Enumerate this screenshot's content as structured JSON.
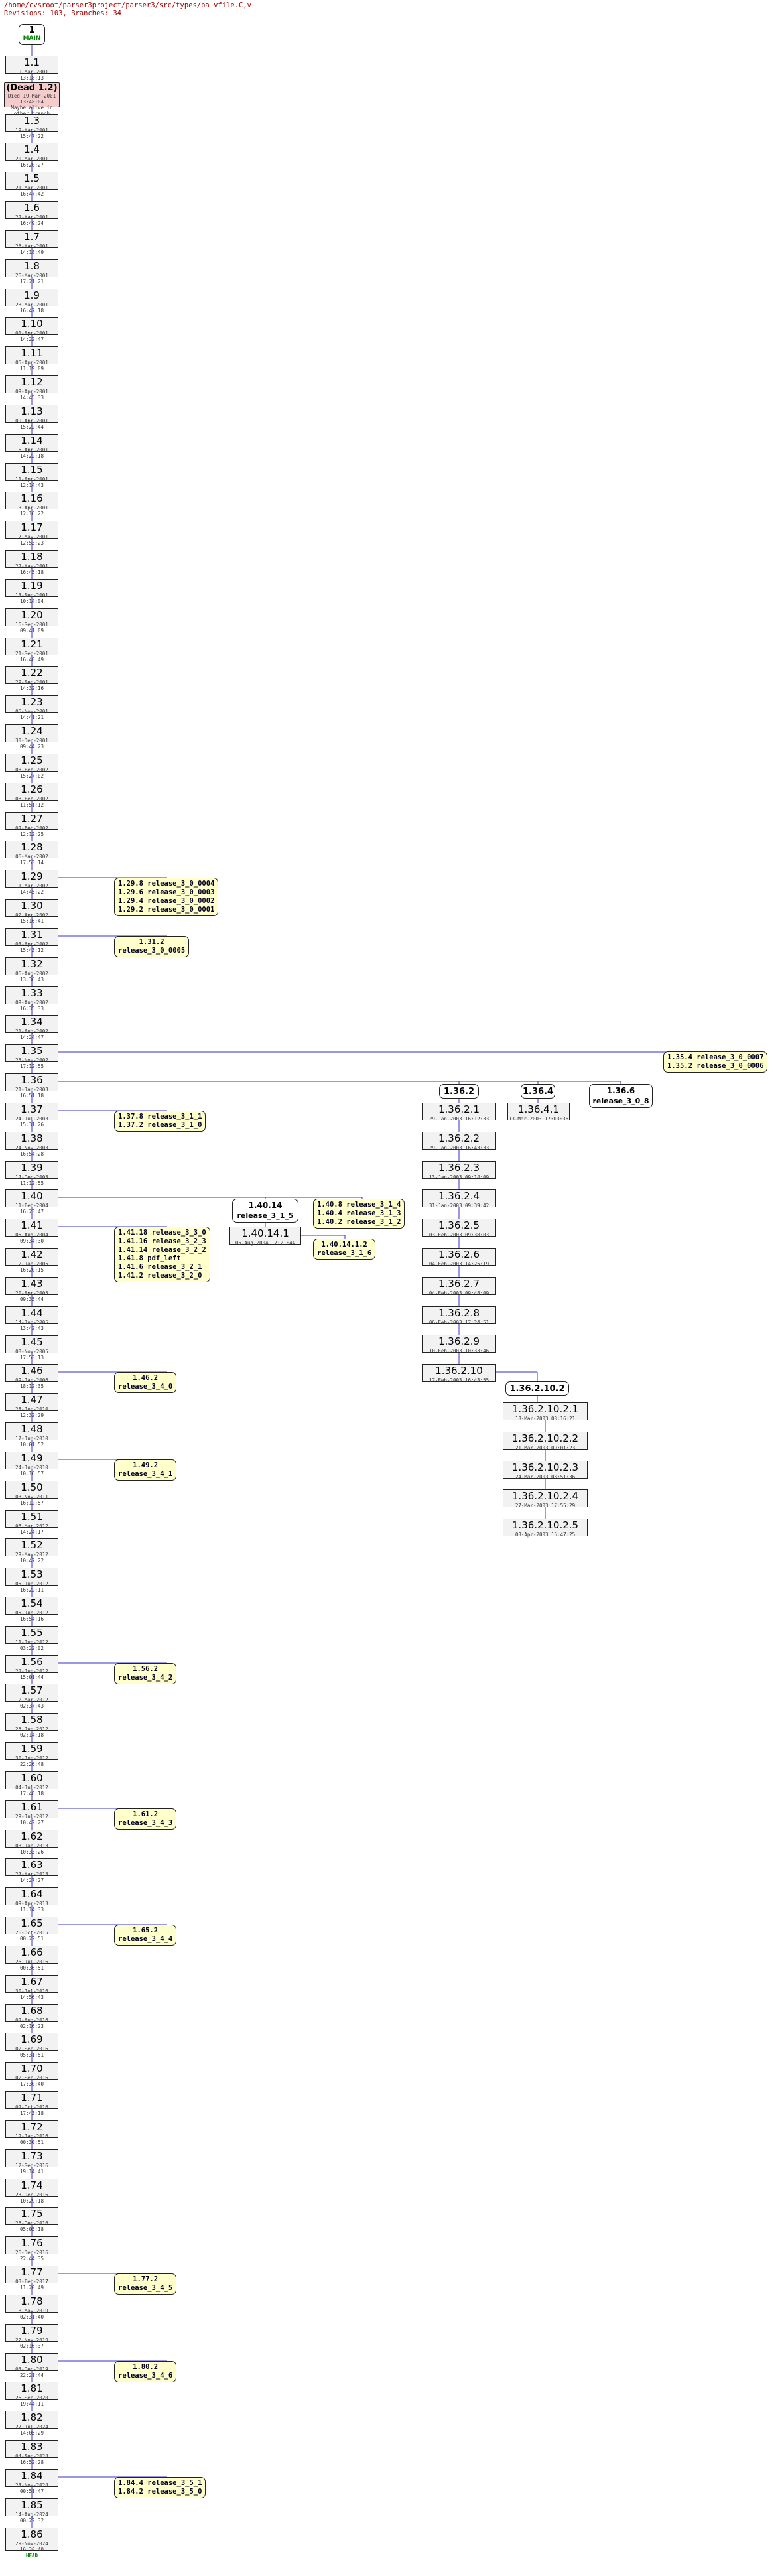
{
  "header": {
    "path": "/home/cvsroot/parser3project/parser3/src/types/pa_vfile.C,v",
    "stats": "Revisions: 103, Branches: 34"
  },
  "root": {
    "label": "1",
    "sub": "MAIN"
  },
  "trunk": [
    {
      "rev": "1.1",
      "date": "19-Mar-2001 13:18:13"
    },
    {
      "rev": "(Dead 1.2)",
      "date": "Died 19-Mar-2001 13:48:04",
      "note": "Maybe alive in other branch",
      "dead": true
    },
    {
      "rev": "1.3",
      "date": "19-Mar-2001 15:47:22"
    },
    {
      "rev": "1.4",
      "date": "20-Mar-2001 16:20:27"
    },
    {
      "rev": "1.5",
      "date": "21-Mar-2001 16:47:42"
    },
    {
      "rev": "1.6",
      "date": "22-Mar-2001 16:49:24"
    },
    {
      "rev": "1.7",
      "date": "26-Mar-2001 14:18:49"
    },
    {
      "rev": "1.8",
      "date": "26-Mar-2001 17:21:21"
    },
    {
      "rev": "1.9",
      "date": "28-Mar-2001 16:47:18"
    },
    {
      "rev": "1.10",
      "date": "01-Apr-2001 14:22:47"
    },
    {
      "rev": "1.11",
      "date": "05-Apr-2001 11:19:09"
    },
    {
      "rev": "1.12",
      "date": "09-Apr-2001 14:45:33"
    },
    {
      "rev": "1.13",
      "date": "09-Apr-2001 15:22:44"
    },
    {
      "rev": "1.14",
      "date": "16-Apr-2001 14:22:18"
    },
    {
      "rev": "1.15",
      "date": "11-Apr-2001 12:14:43"
    },
    {
      "rev": "1.16",
      "date": "13-Apr-2001 12:16:22"
    },
    {
      "rev": "1.17",
      "date": "17-May-2001 12:53:23"
    },
    {
      "rev": "1.18",
      "date": "22-May-2001 16:45:18"
    },
    {
      "rev": "1.19",
      "date": "13-Sep-2001 10:14:04"
    },
    {
      "rev": "1.20",
      "date": "16-Sep-2001 09:41:09"
    },
    {
      "rev": "1.21",
      "date": "21-Sep-2001 16:48:49"
    },
    {
      "rev": "1.22",
      "date": "29-Sep-2001 14:32:16"
    },
    {
      "rev": "1.23",
      "date": "05-Nov-2001 14:41:21"
    },
    {
      "rev": "1.24",
      "date": "30-Dec-2001 09:44:23"
    },
    {
      "rev": "1.25",
      "date": "08-Feb-2002 15:27:02"
    },
    {
      "rev": "1.26",
      "date": "08-Feb-2002 11:51:12"
    },
    {
      "rev": "1.27",
      "date": "02-Feb-2002 12:12:25"
    },
    {
      "rev": "1.28",
      "date": "06-Mar-2002 17:53:14"
    },
    {
      "rev": "1.29",
      "date": "11-Mar-2002 14:45:22"
    },
    {
      "rev": "1.30",
      "date": "02-Apr-2002 15:16:41"
    },
    {
      "rev": "1.31",
      "date": "03-Apr-2002 15:43:12"
    },
    {
      "rev": "1.32",
      "date": "06-Aug-2002 13:36:43"
    },
    {
      "rev": "1.33",
      "date": "09-Aug-2002 16:35:33"
    },
    {
      "rev": "1.34",
      "date": "21-Aug-2002 14:24:47"
    },
    {
      "rev": "1.35",
      "date": "25-Nov-2002 17:12:55"
    },
    {
      "rev": "1.36",
      "date": "21-Jan-2003 16:51:18"
    },
    {
      "rev": "1.37",
      "date": "24-Jul-2003 15:31:26"
    },
    {
      "rev": "1.38",
      "date": "24-Nov-2003 16:54:28"
    },
    {
      "rev": "1.39",
      "date": "17-Dec-2003 11:12:55"
    },
    {
      "rev": "1.40",
      "date": "11-Feb-2004 16:23:47"
    },
    {
      "rev": "1.41",
      "date": "05-Aug-2004 09:34:30"
    },
    {
      "rev": "1.42",
      "date": "12-Jan-2005 16:20:15"
    },
    {
      "rev": "1.43",
      "date": "20-Apr-2005 09:35:44"
    },
    {
      "rev": "1.44",
      "date": "14-Jun-2005 13:42:43"
    },
    {
      "rev": "1.45",
      "date": "08-Nov-2005 17:53:13"
    },
    {
      "rev": "1.46",
      "date": "09-Jan-2006 18:12:35"
    },
    {
      "rev": "1.47",
      "date": "28-Jun-2010 12:32:29"
    },
    {
      "rev": "1.48",
      "date": "17-Jun-2010 10:01:52"
    },
    {
      "rev": "1.49",
      "date": "24-Jun-2010 10:16:57"
    },
    {
      "rev": "1.50",
      "date": "03-Nov-2011 16:12:57"
    },
    {
      "rev": "1.51",
      "date": "08-Mar-2012 14:24:17"
    },
    {
      "rev": "1.52",
      "date": "29-May-2012 10:47:22"
    },
    {
      "rev": "1.53",
      "date": "05-Jun-2012 16:22:11"
    },
    {
      "rev": "1.54",
      "date": "05-Jun-2012 16:54:16"
    },
    {
      "rev": "1.55",
      "date": "11-Jun-2012 03:22:02"
    },
    {
      "rev": "1.56",
      "date": "22-Jun-2012 15:01:44"
    },
    {
      "rev": "1.57",
      "date": "12-Mar-2012 02:37:43"
    },
    {
      "rev": "1.58",
      "date": "25-Jun-2012 02:14:18"
    },
    {
      "rev": "1.59",
      "date": "30-Jun-2012 22:26:48"
    },
    {
      "rev": "1.60",
      "date": "04-Jul-2012 17:48:18"
    },
    {
      "rev": "1.61",
      "date": "29-Jul-2012 10:42:27"
    },
    {
      "rev": "1.62",
      "date": "03-Jan-2013 10:33:26"
    },
    {
      "rev": "1.63",
      "date": "27-Mar-2013 14:27:27"
    },
    {
      "rev": "1.64",
      "date": "09-Apr-2013 11:14:33"
    },
    {
      "rev": "1.65",
      "date": "26-Oct-2015 00:22:51"
    },
    {
      "rev": "1.66",
      "date": "26-Jul-2016 00:36:51"
    },
    {
      "rev": "1.67",
      "date": "30-Jul-2016 14:56:43"
    },
    {
      "rev": "1.68",
      "date": "02-Aug-2016 02:16:23"
    },
    {
      "rev": "1.69",
      "date": "02-Sep-2016 05:31:51"
    },
    {
      "rev": "1.70",
      "date": "02-Sep-2016 17:30:40"
    },
    {
      "rev": "1.71",
      "date": "02-Oct-2016 17:43:18"
    },
    {
      "rev": "1.72",
      "date": "12-Jan-2016 00:30:51"
    },
    {
      "rev": "1.73",
      "date": "12-Sep-2016 19:14:41"
    },
    {
      "rev": "1.74",
      "date": "23-Dec-2016 10:29:18"
    },
    {
      "rev": "1.75",
      "date": "26-Dec-2016 05:05:18"
    },
    {
      "rev": "1.76",
      "date": "26-Dec-2016 22:44:35"
    },
    {
      "rev": "1.77",
      "date": "03-Feb-2017 11:20:49"
    },
    {
      "rev": "1.78",
      "date": "18-May-2019 02:31:40"
    },
    {
      "rev": "1.79",
      "date": "22-Nov-2019 02:16:37"
    },
    {
      "rev": "1.80",
      "date": "03-Dec-2019 22:21:44"
    },
    {
      "rev": "1.81",
      "date": "26-Sep-2020 19:44:11"
    },
    {
      "rev": "1.82",
      "date": "27-Jul-2024 14:05:29"
    },
    {
      "rev": "1.83",
      "date": "04-Sep-2024 16:52:28"
    },
    {
      "rev": "1.84",
      "date": "23-Nov-2024 00:51:47"
    },
    {
      "rev": "1.85",
      "date": "14-Aug-2024 00:22:32"
    },
    {
      "rev": "1.86",
      "date": "29-Nov-2024 16:30:40",
      "head": "HEAD"
    }
  ],
  "trunk_tags": [
    {
      "at": "1.29",
      "lines": [
        "1.29.8 release_3_0_0004",
        "1.29.6 release_3_0_0003",
        "1.29.4 release_3_0_0002",
        "1.29.2 release_3_0_0001"
      ]
    },
    {
      "at": "1.31",
      "lines": [
        "1.31.2",
        "release_3_0_0005"
      ],
      "center": true
    },
    {
      "at": "1.37",
      "lines": [
        "1.37.8 release_3_1_1",
        "1.37.2 release_3_1_0"
      ]
    },
    {
      "at": "1.41",
      "lines": [
        "1.41.18 release_3_3_0",
        "1.41.16 release_3_2_3",
        "1.41.14 release_3_2_2",
        "1.41.8 pdf_left",
        "1.41.6 release_3_2_1",
        "1.41.2 release_3_2_0"
      ]
    },
    {
      "at": "1.46",
      "lines": [
        "1.46.2",
        "release_3_4_0"
      ],
      "center": true
    },
    {
      "at": "1.49",
      "lines": [
        "1.49.2",
        "release_3_4_1"
      ],
      "center": true
    },
    {
      "at": "1.56",
      "lines": [
        "1.56.2",
        "release_3_4_2"
      ],
      "center": true
    },
    {
      "at": "1.61",
      "lines": [
        "1.61.2",
        "release_3_4_3"
      ],
      "center": true
    },
    {
      "at": "1.65",
      "lines": [
        "1.65.2",
        "release_3_4_4"
      ],
      "center": true
    },
    {
      "at": "1.77",
      "lines": [
        "1.77.2",
        "release_3_4_5"
      ],
      "center": true
    },
    {
      "at": "1.80",
      "lines": [
        "1.80.2",
        "release_3_4_6"
      ],
      "center": true
    },
    {
      "at": "1.84",
      "lines": [
        "1.84.4 release_3_5_1",
        "1.84.2 release_3_5_0"
      ]
    }
  ],
  "tag_1_35": {
    "lines": [
      "1.35.4 release_3_0_0007",
      "1.35.2 release_3_0_0006"
    ]
  },
  "b136": {
    "b2": {
      "label": "1.36.2"
    },
    "b4": {
      "label": "1.36.4"
    },
    "b6": {
      "label": "1.36.6",
      "sub": "release_3_0_8"
    },
    "rev_4_1": {
      "rev": "1.36.4.1",
      "date": "13-Mar-2003 17:03:36"
    },
    "chain": [
      {
        "rev": "1.36.2.1",
        "date": "29-Jan-2003 16:12:33"
      },
      {
        "rev": "1.36.2.2",
        "date": "29-Jan-2003 16:43:33"
      },
      {
        "rev": "1.36.2.3",
        "date": "13-Jan-2003 09:14:09"
      },
      {
        "rev": "1.36.2.4",
        "date": "31-Jan-2003 09:39:42"
      },
      {
        "rev": "1.36.2.5",
        "date": "03-Feb-2003 09:38:03"
      },
      {
        "rev": "1.36.2.6",
        "date": "04-Feb-2003 14:25:19"
      },
      {
        "rev": "1.36.2.7",
        "date": "04-Feb-2003 09:48:09"
      },
      {
        "rev": "1.36.2.8",
        "date": "06-Feb-2003 17:24:51"
      },
      {
        "rev": "1.36.2.9",
        "date": "10-Feb-2003 10:33:46"
      },
      {
        "rev": "1.36.2.10",
        "date": "17-Feb-2003 16:43:55"
      }
    ],
    "b10_2": {
      "label": "1.36.2.10.2"
    },
    "sub_chain": [
      {
        "rev": "1.36.2.10.2.1",
        "date": "18-Mar-2003 08:16:21"
      },
      {
        "rev": "1.36.2.10.2.2",
        "date": "21-Mar-2003 09:01:23"
      },
      {
        "rev": "1.36.2.10.2.3",
        "date": "24-Mar-2003 08:51:36"
      },
      {
        "rev": "1.36.2.10.2.4",
        "date": "27-Mar-2003 17:55:29"
      },
      {
        "rev": "1.36.2.10.2.5",
        "date": "03-Apr-2003 16:47:25"
      }
    ]
  },
  "b140": {
    "b14": {
      "label": "1.40.14",
      "sub": "release_3_1_5"
    },
    "tag": {
      "lines": [
        "1.40.8 release_3_1_4",
        "1.40.4 release_3_1_3",
        "1.40.2 release_3_1_2"
      ]
    },
    "rev_14_1": {
      "rev": "1.40.14.1",
      "date": "05-Aug-2004 17:21:44"
    },
    "tag_14_1": {
      "lines": [
        "1.40.14.1.2",
        "release_3_1_6"
      ]
    }
  },
  "colors": {
    "line": "#3333cc",
    "node": "#f2f2f2",
    "dead": "#f4cccc",
    "tag": "#ffffcc",
    "header": "#aa0000",
    "head": "#008800"
  }
}
